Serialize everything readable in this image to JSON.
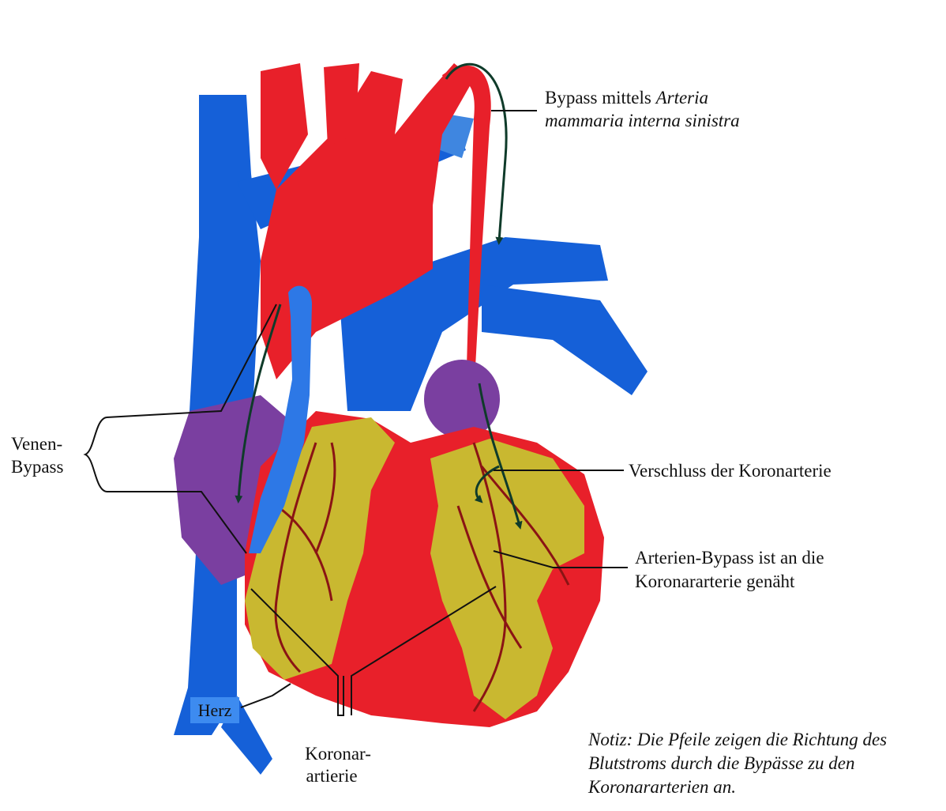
{
  "labels": {
    "bypass_mammaria_prefix": "Bypass mittels ",
    "bypass_mammaria_italic": "Arteria",
    "bypass_mammaria_line2": "mammaria interna sinistra",
    "venen_bypass_line1": "Venen-",
    "venen_bypass_line2": "Bypass",
    "verschluss": "Verschluss der Koronarterie",
    "arterien_bypass_line1": "Arterien-Bypass ist an die",
    "arterien_bypass_line2": "Koronararterie genäht",
    "herz": "Herz",
    "koronar_line1": "Koronar-",
    "koronar_line2": "artierie",
    "notiz_line1": "Notiz: Die Pfeile zeigen die Richtung des",
    "notiz_line2": "Blutstroms durch die Bypässe zu den",
    "notiz_line3": "Koronararterien an."
  },
  "colors": {
    "artery_red": "#e8202a",
    "vein_blue": "#1560d8",
    "fat_yellow": "#c9b830",
    "atrium_purple": "#7a3fa0",
    "label_box_blue": "#3d8bf0",
    "vessel_dark": "#8a1414",
    "arrow_green": "#0f3b2a"
  }
}
